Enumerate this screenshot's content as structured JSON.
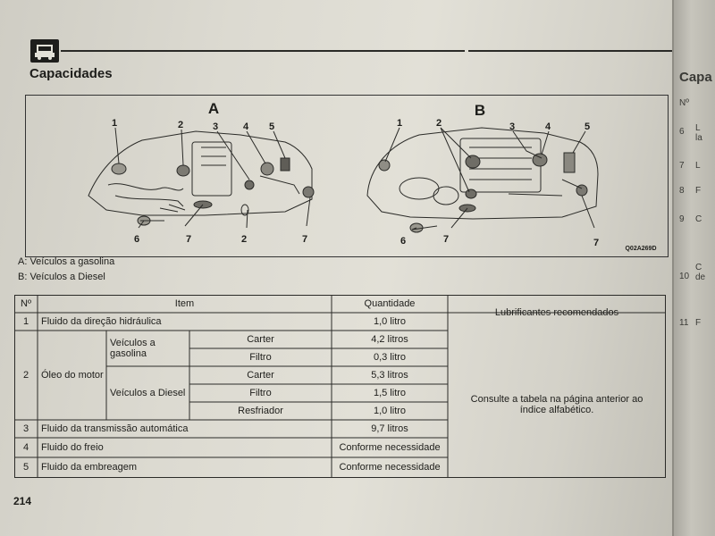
{
  "page_title": "Capacidades",
  "page_number": "214",
  "figure": {
    "engine_a_label": "A",
    "engine_b_label": "B",
    "code": "Q02A269D",
    "callouts": [
      "1",
      "2",
      "3",
      "4",
      "5",
      "6",
      "7"
    ]
  },
  "legend": {
    "a": "A: Veículos a gasolina",
    "b": "B: Veículos a Diesel"
  },
  "table": {
    "headers": {
      "number": "Nº",
      "item": "Item",
      "quantity": "Quantidade",
      "lubricants": "Lubrificantes recomendados"
    },
    "rows": [
      {
        "n": "1",
        "item": "Fluido da direção hidráulica",
        "qty": "1,0 litro"
      },
      {
        "n": "2",
        "item": "Óleo do motor",
        "groups": [
          {
            "label": "Veículos a gasolina",
            "sub": [
              {
                "name": "Carter",
                "qty": "4,2 litros"
              },
              {
                "name": "Filtro",
                "qty": "0,3 litro"
              }
            ]
          },
          {
            "label": "Veículos a Diesel",
            "sub": [
              {
                "name": "Carter",
                "qty": "5,3 litros"
              },
              {
                "name": "Filtro",
                "qty": "1,5 litro"
              },
              {
                "name": "Resfriador",
                "qty": "1,0 litro"
              }
            ]
          }
        ]
      },
      {
        "n": "3",
        "item": "Fluido da transmissão automática",
        "qty": "9,7 litros"
      },
      {
        "n": "4",
        "item": "Fluido do freio",
        "qty": "Conforme necessidade"
      },
      {
        "n": "5",
        "item": "Fluido da embreagem",
        "qty": "Conforme necessidade"
      }
    ],
    "lubricants_note": "Consulte a tabela na página anterior ao índice alfabético."
  },
  "right_page": {
    "title": "Capa",
    "header": "Nº",
    "rows": [
      {
        "n": "6",
        "text": "L la"
      },
      {
        "n": "7",
        "text": "L"
      },
      {
        "n": "8",
        "text": "F"
      },
      {
        "n": "9",
        "text": "C"
      },
      {
        "n": "10",
        "text": "C de"
      },
      {
        "n": "11",
        "text": "F"
      }
    ]
  }
}
